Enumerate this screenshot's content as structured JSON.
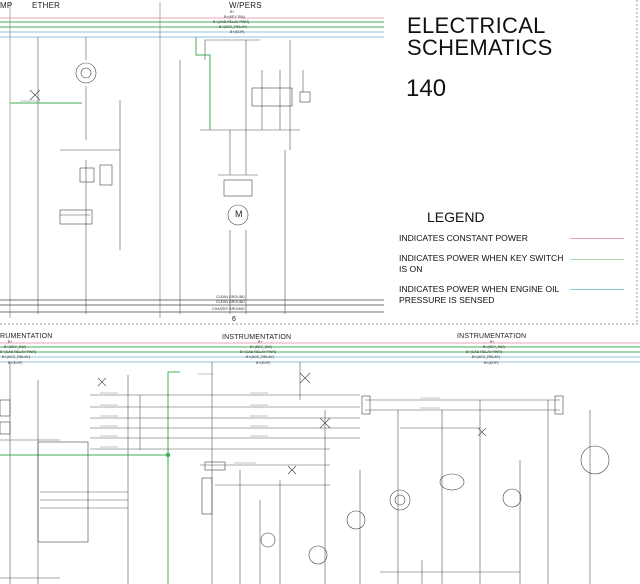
{
  "title": {
    "line1": "ELECTRICAL",
    "line2": "SCHEMATICS"
  },
  "page_number": "140",
  "legend": {
    "heading": "LEGEND",
    "items": [
      {
        "text": "INDICATES CONSTANT POWER",
        "color": "#e9a6b4"
      },
      {
        "text": "INDICATES POWER WHEN KEY SWITCH IS ON",
        "color": "#a7dfb0"
      },
      {
        "text": "INDICATES POWER WHEN ENGINE OIL PRESSURE IS SENSED",
        "color": "#8fc4de"
      }
    ]
  },
  "colors": {
    "wire": "#555555",
    "constant_power": "#e9a6b4",
    "key_on_power": "#3fae5a",
    "key_on_power_light": "#a7dfb0",
    "oil_pressure_power": "#8fc4de",
    "border": "#9a9a9a"
  },
  "top_section": {
    "header_left_fragment": "MP",
    "header_ether": "ETHER",
    "header_wipers": "W/PERS",
    "bus_labels": [
      "B+",
      "B+(KEY SW)",
      "B+(CAB RELAY PWR)",
      "B+(ACC_RELAY)",
      "B+(EOP)"
    ],
    "ground_labels": [
      "CLEAN GROUND",
      "CLEAN GROUND",
      "CHASSIS GROUND"
    ],
    "sheet_number": "6",
    "component_label": "M"
  },
  "bottom_section": {
    "header_left_fragment": "RUMENTATION",
    "header_middle": "INSTRUMENTATION",
    "header_right": "INSTRUMENTATION",
    "bus_labels_left": [
      "B+",
      "B+(KEY_SW)",
      "B+(CAB RELAY PWR)",
      "B+(ACC_RELAY)",
      "B+(EOP)"
    ],
    "bus_labels_middle": [
      "B+",
      "B+(KEY_SW)",
      "B+(CAB RELAY PWR)",
      "B+(ACC_RELAY)",
      "B+(EOP)"
    ],
    "bus_labels_right": [
      "B+",
      "B+(KEY_SW)",
      "B+(CAB RELAY PWR)",
      "B+(ACC_RELAY)",
      "B+(EOP)"
    ]
  }
}
